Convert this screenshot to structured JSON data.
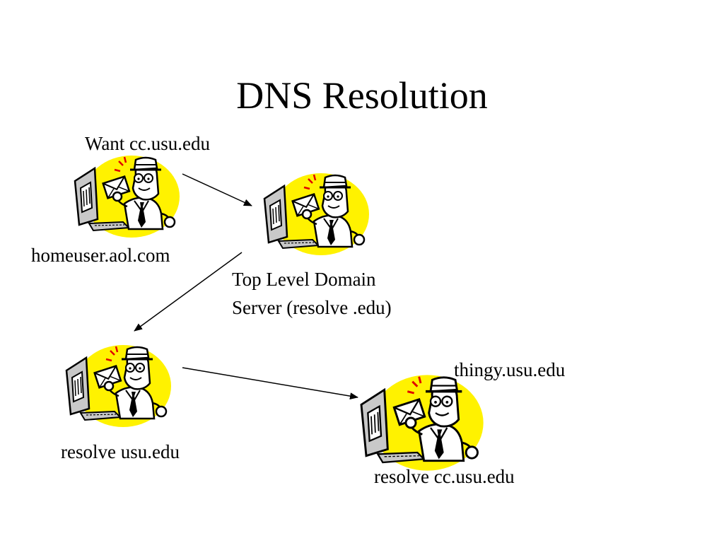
{
  "title": "DNS Resolution",
  "labels": {
    "request": "Want cc.usu.edu",
    "client_host": "homeuser.aol.com",
    "tld_server_line1": "Top Level Domain",
    "tld_server_line2": "Server (resolve .edu)",
    "usu_server": "resolve usu.edu",
    "target_host": "thingy.usu.edu",
    "cc_server": "resolve cc.usu.edu"
  },
  "icons": {
    "figure": "user-at-computer-with-mail-icon"
  },
  "colors": {
    "background": "#ffffff",
    "text": "#000000",
    "blob": "#fff200",
    "outline": "#000000",
    "monitor": "#c8c8c8"
  }
}
